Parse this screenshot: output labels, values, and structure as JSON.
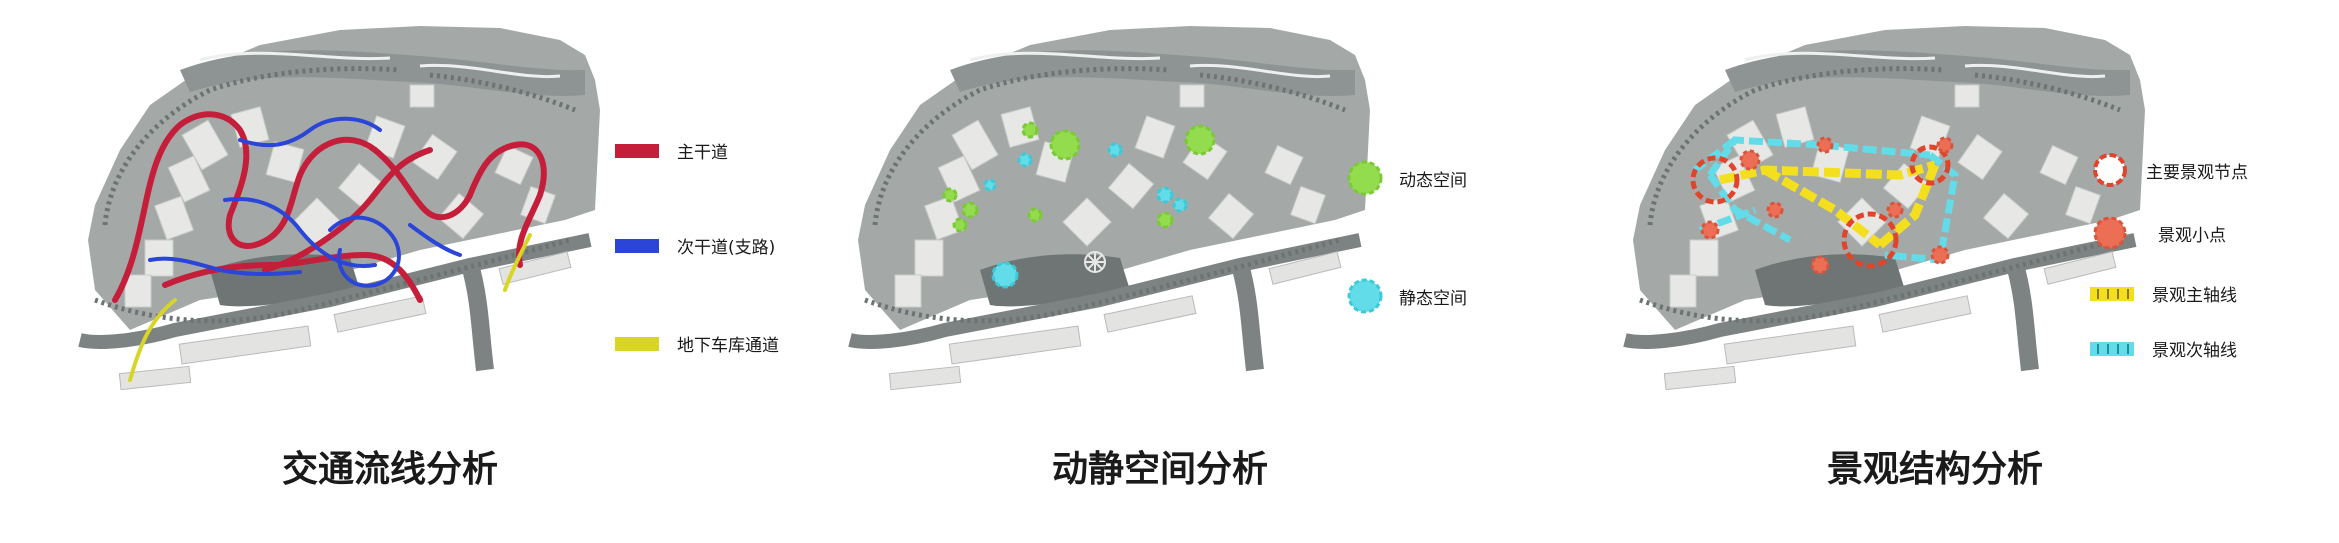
{
  "colors": {
    "main_road": "#c41e3a",
    "secondary_road": "#2a45d8",
    "garage_access": "#d8d526",
    "dynamic_space": "#93dc4e",
    "static_space": "#62dce8",
    "primary_node": "#e0452c",
    "minor_point": "#ec6e55",
    "main_axis": "#f4df1e",
    "secondary_axis": "#62dce8",
    "site_base": "#9aa0a0",
    "building": "#e7e8e6"
  },
  "panels": [
    {
      "title": "交通流线分析",
      "legend": [
        {
          "label": "主干道",
          "icon": "red-line-swatch"
        },
        {
          "label": "次干道(支路)",
          "icon": "blue-line-swatch"
        },
        {
          "label": "地下车库通道",
          "icon": "yellow-line-swatch"
        }
      ]
    },
    {
      "title": "动静空间分析",
      "legend": [
        {
          "label": "动态空间",
          "icon": "green-dashed-circle"
        },
        {
          "label": "静态空间",
          "icon": "cyan-dashed-circle"
        }
      ]
    },
    {
      "title": "景观结构分析",
      "legend": [
        {
          "label": "主要景观节点",
          "icon": "red-dashed-ring"
        },
        {
          "label": "景观小点",
          "icon": "red-dashed-dot"
        },
        {
          "label": "景观主轴线",
          "icon": "yellow-dashed-bar"
        },
        {
          "label": "景观次轴线",
          "icon": "cyan-dashed-bar"
        }
      ]
    }
  ]
}
